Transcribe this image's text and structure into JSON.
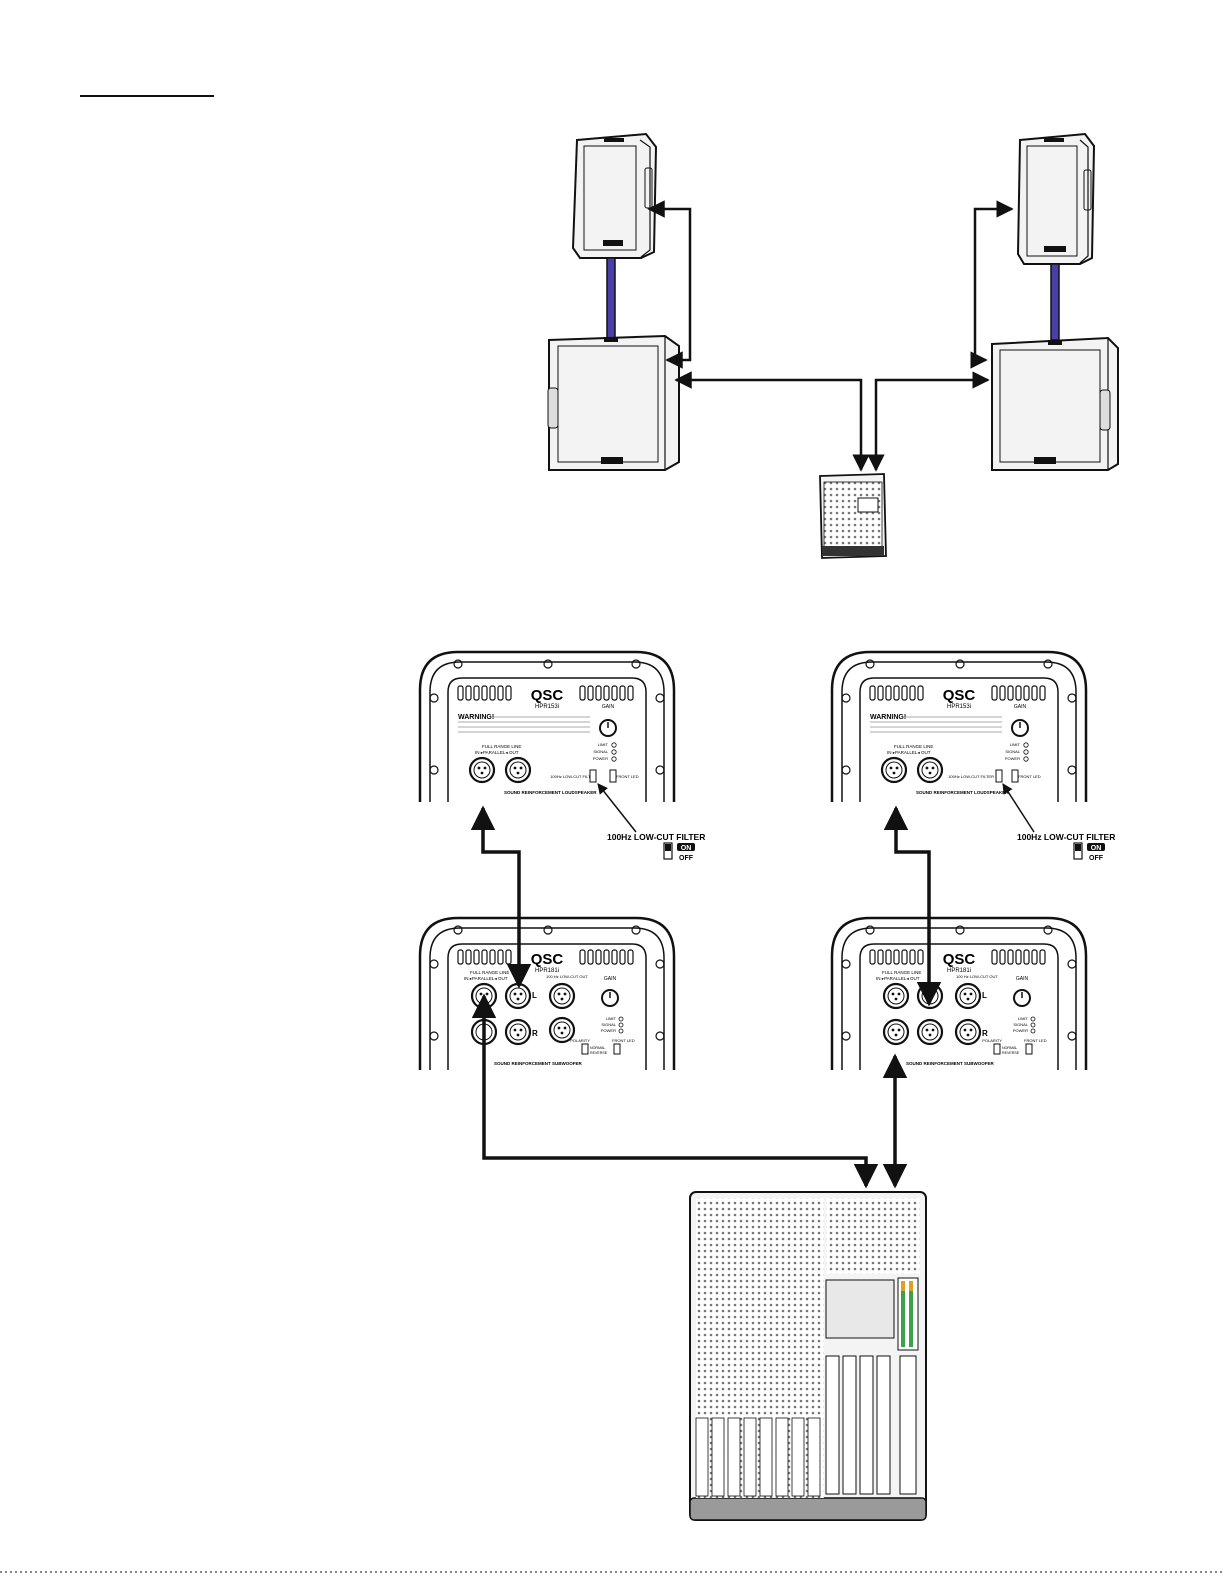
{
  "header": {
    "title": ""
  },
  "colors": {
    "ink": "#111111",
    "speaker_fill": "#f3f3f3",
    "pole": "#4a3fa8",
    "panel_fill": "#ffffff",
    "mixer_fill": "#f4f4f4"
  },
  "icons": {
    "top_speaker": "loudspeaker-icon",
    "subwoofer": "subwoofer-icon",
    "mixer": "mixing-console-icon",
    "xlr": "xlr-connector-icon"
  },
  "panels": {
    "top_left": {
      "brand": "QSC",
      "model": "HPR153i",
      "warning": "WARNING!",
      "full_range": "FULL RANGE LINE",
      "in_out": "IN  ▸PARALLEL◂  OUT",
      "gain": "GAIN",
      "leds": [
        "LIMIT",
        "SIGNAL",
        "POWER"
      ],
      "lowcut_switch": "100Hz LOW-CUT FILTER",
      "front_led": "FRONT LED",
      "footer": "SOUND REINFORCEMENT LOUDSPEAKER"
    },
    "top_right": {
      "brand": "QSC",
      "model": "HPR153i",
      "warning": "WARNING!",
      "full_range": "FULL RANGE LINE",
      "in_out": "IN  ▸PARALLEL◂  OUT",
      "gain": "GAIN",
      "leds": [
        "LIMIT",
        "SIGNAL",
        "POWER"
      ],
      "lowcut_switch": "100Hz LOW-CUT FILTER",
      "front_led": "FRONT LED",
      "footer": "SOUND REINFORCEMENT LOUDSPEAKER"
    },
    "sub_left": {
      "brand": "QSC",
      "model": "HPR181i",
      "full_range": "FULL RANGE LINE",
      "in_out": "IN  ▸PARALLEL◂  OUT",
      "lowcut_out": "100 Hz LOW-CUT OUT",
      "gain": "GAIN",
      "leds": [
        "LIMIT",
        "SIGNAL",
        "POWER"
      ],
      "polarity": "POLARITY",
      "normal": "NORMAL",
      "reverse": "REVERSE",
      "front_led": "FRONT LED",
      "footer": "SOUND REINFORCEMENT SUBWOOFER",
      "l": "L",
      "r": "R"
    },
    "sub_right": {
      "brand": "QSC",
      "model": "HPR181i",
      "full_range": "FULL RANGE LINE",
      "in_out": "IN  ▸PARALLEL◂  OUT",
      "lowcut_out": "100 Hz LOW-CUT OUT",
      "gain": "GAIN",
      "leds": [
        "LIMIT",
        "SIGNAL",
        "POWER"
      ],
      "polarity": "POLARITY",
      "normal": "NORMAL",
      "reverse": "REVERSE",
      "front_led": "FRONT LED",
      "footer": "SOUND REINFORCEMENT SUBWOOFER",
      "l": "L",
      "r": "R"
    }
  },
  "callouts": {
    "left": {
      "title": "100Hz LOW-CUT FILTER",
      "on": "ON",
      "off": "OFF"
    },
    "right": {
      "title": "100Hz LOW-CUT FILTER",
      "on": "ON",
      "off": "OFF"
    }
  }
}
